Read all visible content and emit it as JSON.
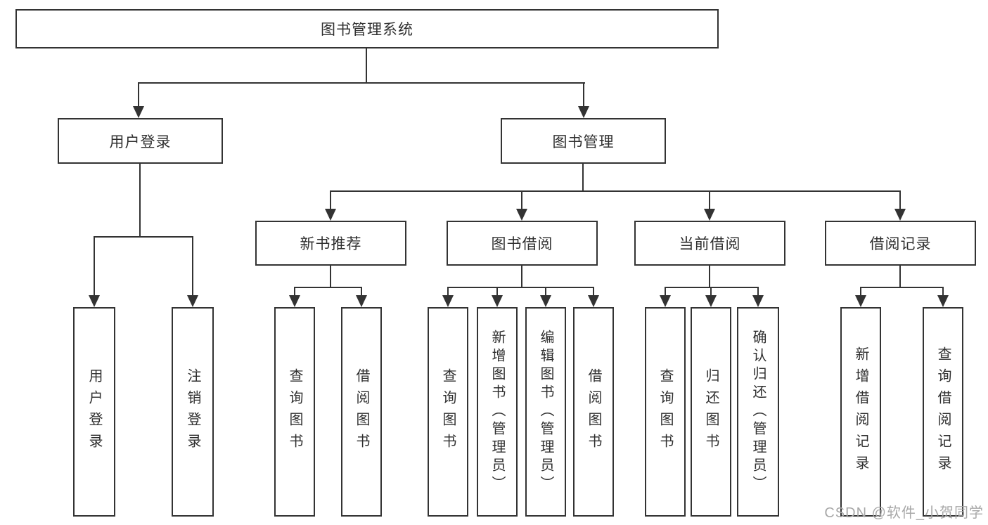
{
  "diagram_type": "hierarchy-tree",
  "colors": {
    "line": "#333333",
    "text": "#2f2f2f",
    "background": "#ffffff",
    "watermark": "#a8a8a8"
  },
  "tree": {
    "label": "图书管理系统",
    "children": [
      {
        "label": "用户登录",
        "children": [
          {
            "label": "用户登录"
          },
          {
            "label": "注销登录"
          }
        ]
      },
      {
        "label": "图书管理",
        "children": [
          {
            "label": "新书推荐",
            "children": [
              {
                "label": "查询图书"
              },
              {
                "label": "借阅图书"
              }
            ]
          },
          {
            "label": "图书借阅",
            "children": [
              {
                "label": "查询图书"
              },
              {
                "label": "新增图书（管理员）"
              },
              {
                "label": "编辑图书（管理员）"
              },
              {
                "label": "借阅图书"
              }
            ]
          },
          {
            "label": "当前借阅",
            "children": [
              {
                "label": "查询图书"
              },
              {
                "label": "归还图书"
              },
              {
                "label": "确认归还（管理员）"
              }
            ]
          },
          {
            "label": "借阅记录",
            "children": [
              {
                "label": "新增借阅记录"
              },
              {
                "label": "查询借阅记录"
              }
            ]
          }
        ]
      }
    ]
  },
  "watermark": {
    "text": "CSDN @软件_小贺同学"
  }
}
